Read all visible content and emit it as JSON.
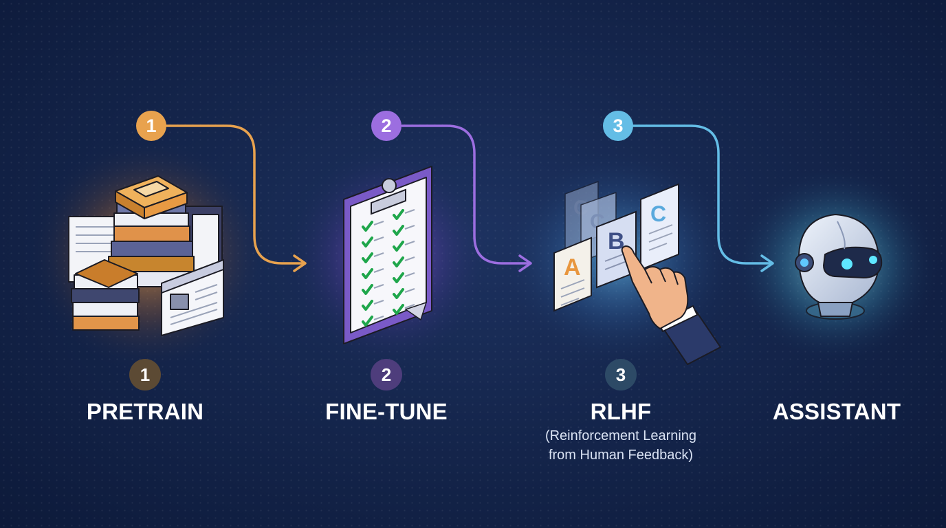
{
  "steps": [
    {
      "number": "1",
      "label": "PRETRAIN",
      "color": "#e8a24e",
      "badge_color": "#5c4a34"
    },
    {
      "number": "2",
      "label": "FINE-TUNE",
      "color": "#9c6ee0",
      "badge_color": "#4e3d7c"
    },
    {
      "number": "3",
      "label": "RLHF",
      "subtitle_line1": "(Reinforcement Learning",
      "subtitle_line2": "from Human Feedback)",
      "color": "#64bde6",
      "badge_color": "#2d4a66"
    }
  ],
  "final": {
    "label": "ASSISTANT"
  },
  "icons": [
    "books-stack-icon",
    "checklist-clipboard-icon",
    "abc-choice-cards-icon",
    "robot-head-icon"
  ],
  "rlhf_cards": [
    "A",
    "B",
    "C",
    "C",
    "C"
  ]
}
